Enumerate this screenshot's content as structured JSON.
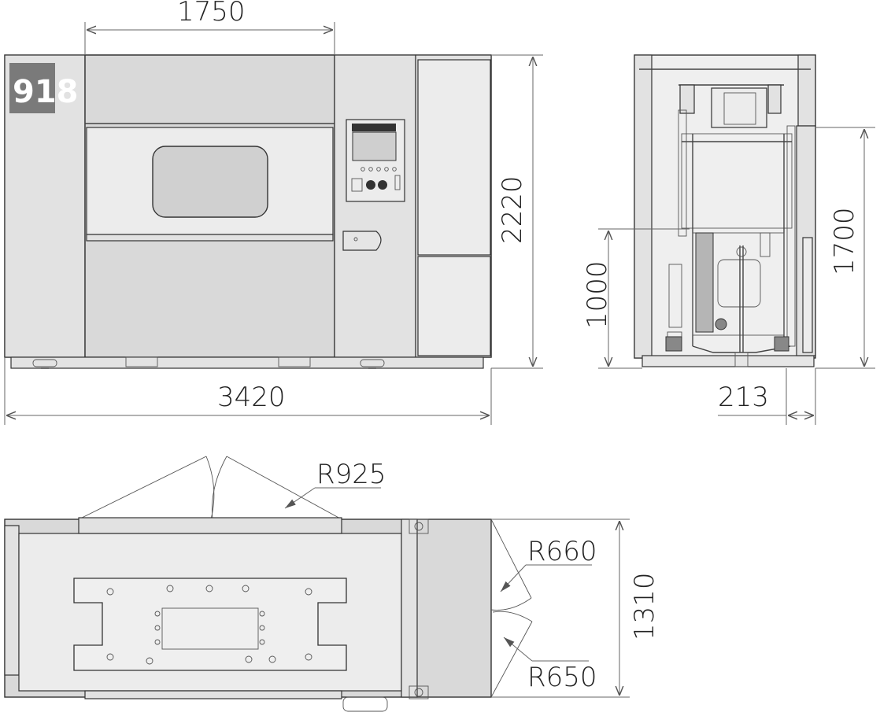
{
  "brand_logo_text": "918",
  "dimensions": {
    "front_width_inner": "1750",
    "front_height": "2220",
    "front_width_total": "3420",
    "side_height_upper": "1700",
    "side_height_lower": "1000",
    "side_offset": "213",
    "top_door_radius": "R925",
    "top_side_radius_upper": "R660",
    "top_side_radius_lower": "R650",
    "top_depth": "1310"
  },
  "colors": {
    "panel": "#d9d9d9",
    "line": "#333333",
    "logo_bg": "#777777"
  }
}
